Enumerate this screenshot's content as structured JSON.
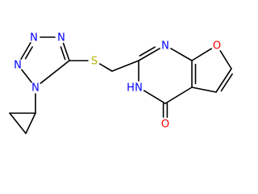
{
  "molecule": {
    "atoms": [
      {
        "id": "n1",
        "symbol": "N",
        "label": "N",
        "color": "#0000ff"
      },
      {
        "id": "n2",
        "symbol": "N",
        "label": "N",
        "color": "#0000ff"
      },
      {
        "id": "n3",
        "symbol": "N",
        "label": "N",
        "color": "#0000ff"
      },
      {
        "id": "n4",
        "symbol": "N",
        "label": "N",
        "color": "#0000ff"
      },
      {
        "id": "c5",
        "symbol": "C",
        "label": "",
        "color": "#000000"
      },
      {
        "id": "s1",
        "symbol": "S",
        "label": "S",
        "color": "#b2b200"
      },
      {
        "id": "ch2",
        "symbol": "C",
        "label": "",
        "color": "#000000"
      },
      {
        "id": "c2p",
        "symbol": "C",
        "label": "",
        "color": "#000000"
      },
      {
        "id": "n3p",
        "symbol": "N",
        "label": "N",
        "color": "#0000ff"
      },
      {
        "id": "c7a",
        "symbol": "C",
        "label": "",
        "color": "#000000"
      },
      {
        "id": "o1",
        "symbol": "O",
        "label": "O",
        "color": "#ff0000"
      },
      {
        "id": "f2",
        "symbol": "C",
        "label": "",
        "color": "#000000"
      },
      {
        "id": "f3",
        "symbol": "C",
        "label": "",
        "color": "#000000"
      },
      {
        "id": "c4a",
        "symbol": "C",
        "label": "",
        "color": "#000000"
      },
      {
        "id": "c4",
        "symbol": "C",
        "label": "",
        "color": "#000000"
      },
      {
        "id": "o4",
        "symbol": "O",
        "label": "O",
        "color": "#ff0000"
      },
      {
        "id": "nh",
        "symbol": "N",
        "label": "N",
        "color": "#0000ff",
        "h_label": "H",
        "h_side": "left"
      },
      {
        "id": "cp1",
        "symbol": "C",
        "label": "",
        "color": "#000000"
      },
      {
        "id": "cp2",
        "symbol": "C",
        "label": "",
        "color": "#000000"
      },
      {
        "id": "cp3",
        "symbol": "C",
        "label": "",
        "color": "#000000"
      }
    ],
    "bonds": [
      {
        "a": "n1",
        "b": "n2",
        "order": 1
      },
      {
        "a": "n2",
        "b": "n3",
        "order": 2
      },
      {
        "a": "n3",
        "b": "n4",
        "order": 1
      },
      {
        "a": "n4",
        "b": "c5",
        "order": 2
      },
      {
        "a": "c5",
        "b": "n1",
        "order": 1
      },
      {
        "a": "n1",
        "b": "cp1",
        "order": 1
      },
      {
        "a": "cp1",
        "b": "cp2",
        "order": 1
      },
      {
        "a": "cp2",
        "b": "cp3",
        "order": 1
      },
      {
        "a": "cp3",
        "b": "cp1",
        "order": 1
      },
      {
        "a": "c5",
        "b": "s1",
        "order": 1
      },
      {
        "a": "s1",
        "b": "ch2",
        "order": 1
      },
      {
        "a": "ch2",
        "b": "c2p",
        "order": 1
      },
      {
        "a": "c2p",
        "b": "n3p",
        "order": 2
      },
      {
        "a": "n3p",
        "b": "c7a",
        "order": 1
      },
      {
        "a": "c7a",
        "b": "o1",
        "order": 1
      },
      {
        "a": "o1",
        "b": "f2",
        "order": 1
      },
      {
        "a": "f2",
        "b": "f3",
        "order": 2
      },
      {
        "a": "f3",
        "b": "c4a",
        "order": 1
      },
      {
        "a": "c4a",
        "b": "c7a",
        "order": 2
      },
      {
        "a": "c4a",
        "b": "c4",
        "order": 1
      },
      {
        "a": "c4",
        "b": "o4",
        "order": 2
      },
      {
        "a": "c4",
        "b": "nh",
        "order": 1
      },
      {
        "a": "nh",
        "b": "c2p",
        "order": 1
      }
    ]
  }
}
